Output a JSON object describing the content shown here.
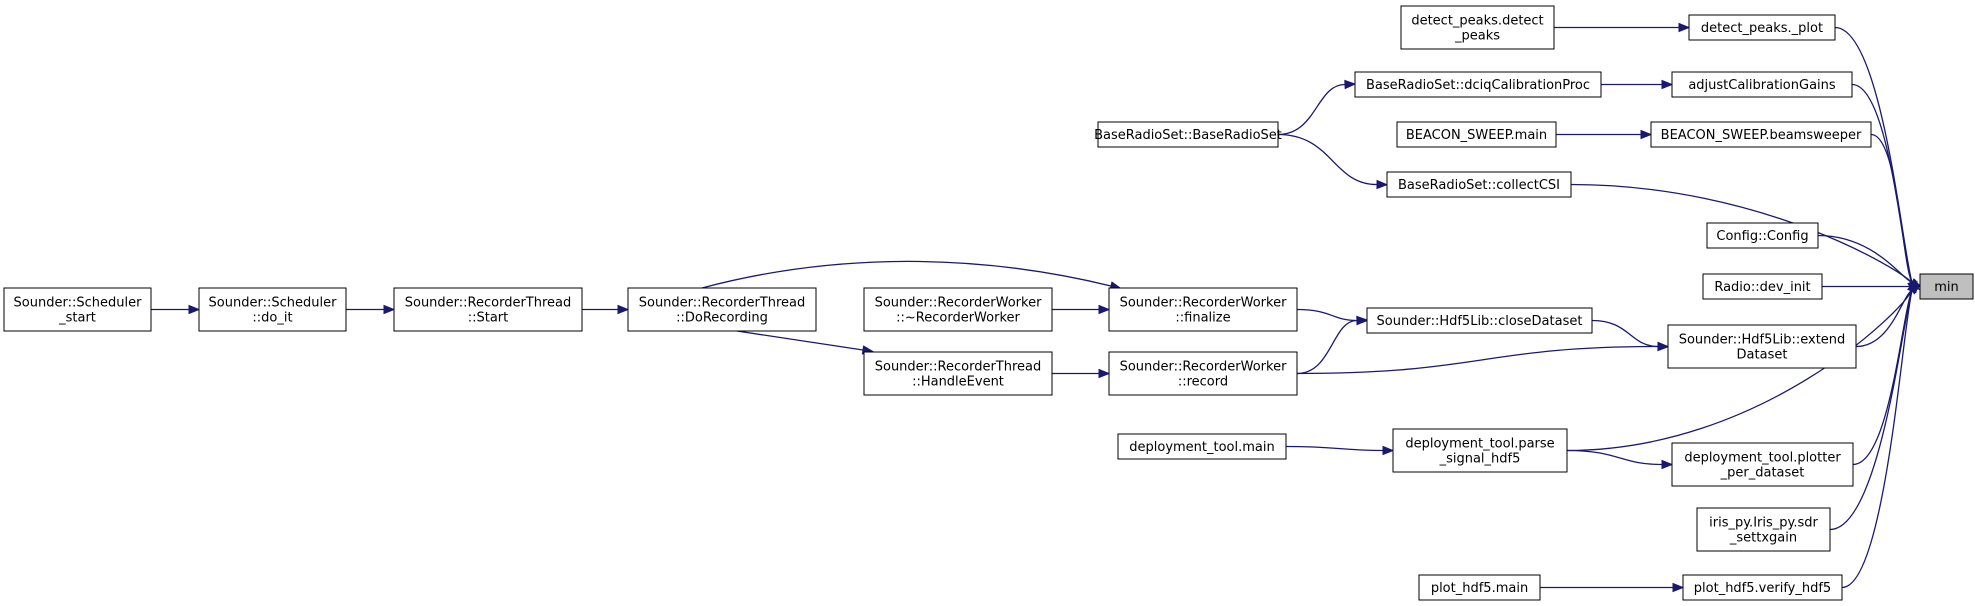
{
  "graph": {
    "nodes": [
      {
        "id": "min",
        "lines": [
          "min"
        ],
        "highlight": true
      },
      {
        "id": "dp_plot",
        "lines": [
          "detect_peaks._plot"
        ]
      },
      {
        "id": "dp_detect",
        "lines": [
          "detect_peaks.detect",
          "_peaks"
        ]
      },
      {
        "id": "adjust",
        "lines": [
          "adjustCalibrationGains"
        ]
      },
      {
        "id": "dciq",
        "lines": [
          "BaseRadioSet::dciqCalibrationProc"
        ]
      },
      {
        "id": "brs",
        "lines": [
          "BaseRadioSet::BaseRadioSet"
        ]
      },
      {
        "id": "beamsweeper",
        "lines": [
          "BEACON_SWEEP.beamsweeper"
        ]
      },
      {
        "id": "beacon_main",
        "lines": [
          "BEACON_SWEEP.main"
        ]
      },
      {
        "id": "collectCSI",
        "lines": [
          "BaseRadioSet::collectCSI"
        ]
      },
      {
        "id": "config",
        "lines": [
          "Config::Config"
        ]
      },
      {
        "id": "devinit",
        "lines": [
          "Radio::dev_init"
        ]
      },
      {
        "id": "extend",
        "lines": [
          "Sounder::Hdf5Lib::extend",
          "Dataset"
        ]
      },
      {
        "id": "close",
        "lines": [
          "Sounder::Hdf5Lib::closeDataset"
        ]
      },
      {
        "id": "finalize",
        "lines": [
          "Sounder::RecorderWorker",
          "::finalize"
        ]
      },
      {
        "id": "record",
        "lines": [
          "Sounder::RecorderWorker",
          "::record"
        ]
      },
      {
        "id": "dtor",
        "lines": [
          "Sounder::RecorderWorker",
          "::~RecorderWorker"
        ]
      },
      {
        "id": "dorec",
        "lines": [
          "Sounder::RecorderThread",
          "::DoRecording"
        ]
      },
      {
        "id": "handle",
        "lines": [
          "Sounder::RecorderThread",
          "::HandleEvent"
        ]
      },
      {
        "id": "start",
        "lines": [
          "Sounder::RecorderThread",
          "::Start"
        ]
      },
      {
        "id": "doit",
        "lines": [
          "Sounder::Scheduler",
          "::do_it"
        ]
      },
      {
        "id": "sched_start",
        "lines": [
          "Sounder::Scheduler",
          "_start"
        ]
      },
      {
        "id": "parse",
        "lines": [
          "deployment_tool.parse",
          "_signal_hdf5"
        ]
      },
      {
        "id": "dt_main",
        "lines": [
          "deployment_tool.main"
        ]
      },
      {
        "id": "plotter",
        "lines": [
          "deployment_tool.plotter",
          "_per_dataset"
        ]
      },
      {
        "id": "iris",
        "lines": [
          "iris_py.Iris_py.sdr",
          "_settxgain"
        ]
      },
      {
        "id": "verify",
        "lines": [
          "plot_hdf5.verify_hdf5"
        ]
      },
      {
        "id": "ph_main",
        "lines": [
          "plot_hdf5.main"
        ]
      }
    ],
    "edges": [
      {
        "from": "dp_plot",
        "to": "min"
      },
      {
        "from": "dp_detect",
        "to": "dp_plot"
      },
      {
        "from": "adjust",
        "to": "min"
      },
      {
        "from": "dciq",
        "to": "adjust"
      },
      {
        "from": "brs",
        "to": "dciq"
      },
      {
        "from": "beamsweeper",
        "to": "min"
      },
      {
        "from": "beacon_main",
        "to": "beamsweeper"
      },
      {
        "from": "collectCSI",
        "to": "min"
      },
      {
        "from": "brs",
        "to": "collectCSI"
      },
      {
        "from": "config",
        "to": "min"
      },
      {
        "from": "devinit",
        "to": "min"
      },
      {
        "from": "extend",
        "to": "min"
      },
      {
        "from": "close",
        "to": "extend"
      },
      {
        "from": "record",
        "to": "extend"
      },
      {
        "from": "finalize",
        "to": "close"
      },
      {
        "from": "record",
        "to": "close"
      },
      {
        "from": "dtor",
        "to": "finalize"
      },
      {
        "from": "dorec",
        "to": "finalize"
      },
      {
        "from": "handle",
        "to": "record"
      },
      {
        "from": "dorec",
        "to": "handle"
      },
      {
        "from": "start",
        "to": "dorec"
      },
      {
        "from": "doit",
        "to": "start"
      },
      {
        "from": "sched_start",
        "to": "doit"
      },
      {
        "from": "parse",
        "to": "min"
      },
      {
        "from": "dt_main",
        "to": "parse"
      },
      {
        "from": "plotter",
        "to": "min"
      },
      {
        "from": "parse",
        "to": "plotter"
      },
      {
        "from": "iris",
        "to": "min"
      },
      {
        "from": "verify",
        "to": "min"
      },
      {
        "from": "ph_main",
        "to": "verify"
      }
    ],
    "colors": {
      "edge": "#191970",
      "highlight_fill": "#bfbfbf",
      "node_border": "#000000"
    }
  }
}
